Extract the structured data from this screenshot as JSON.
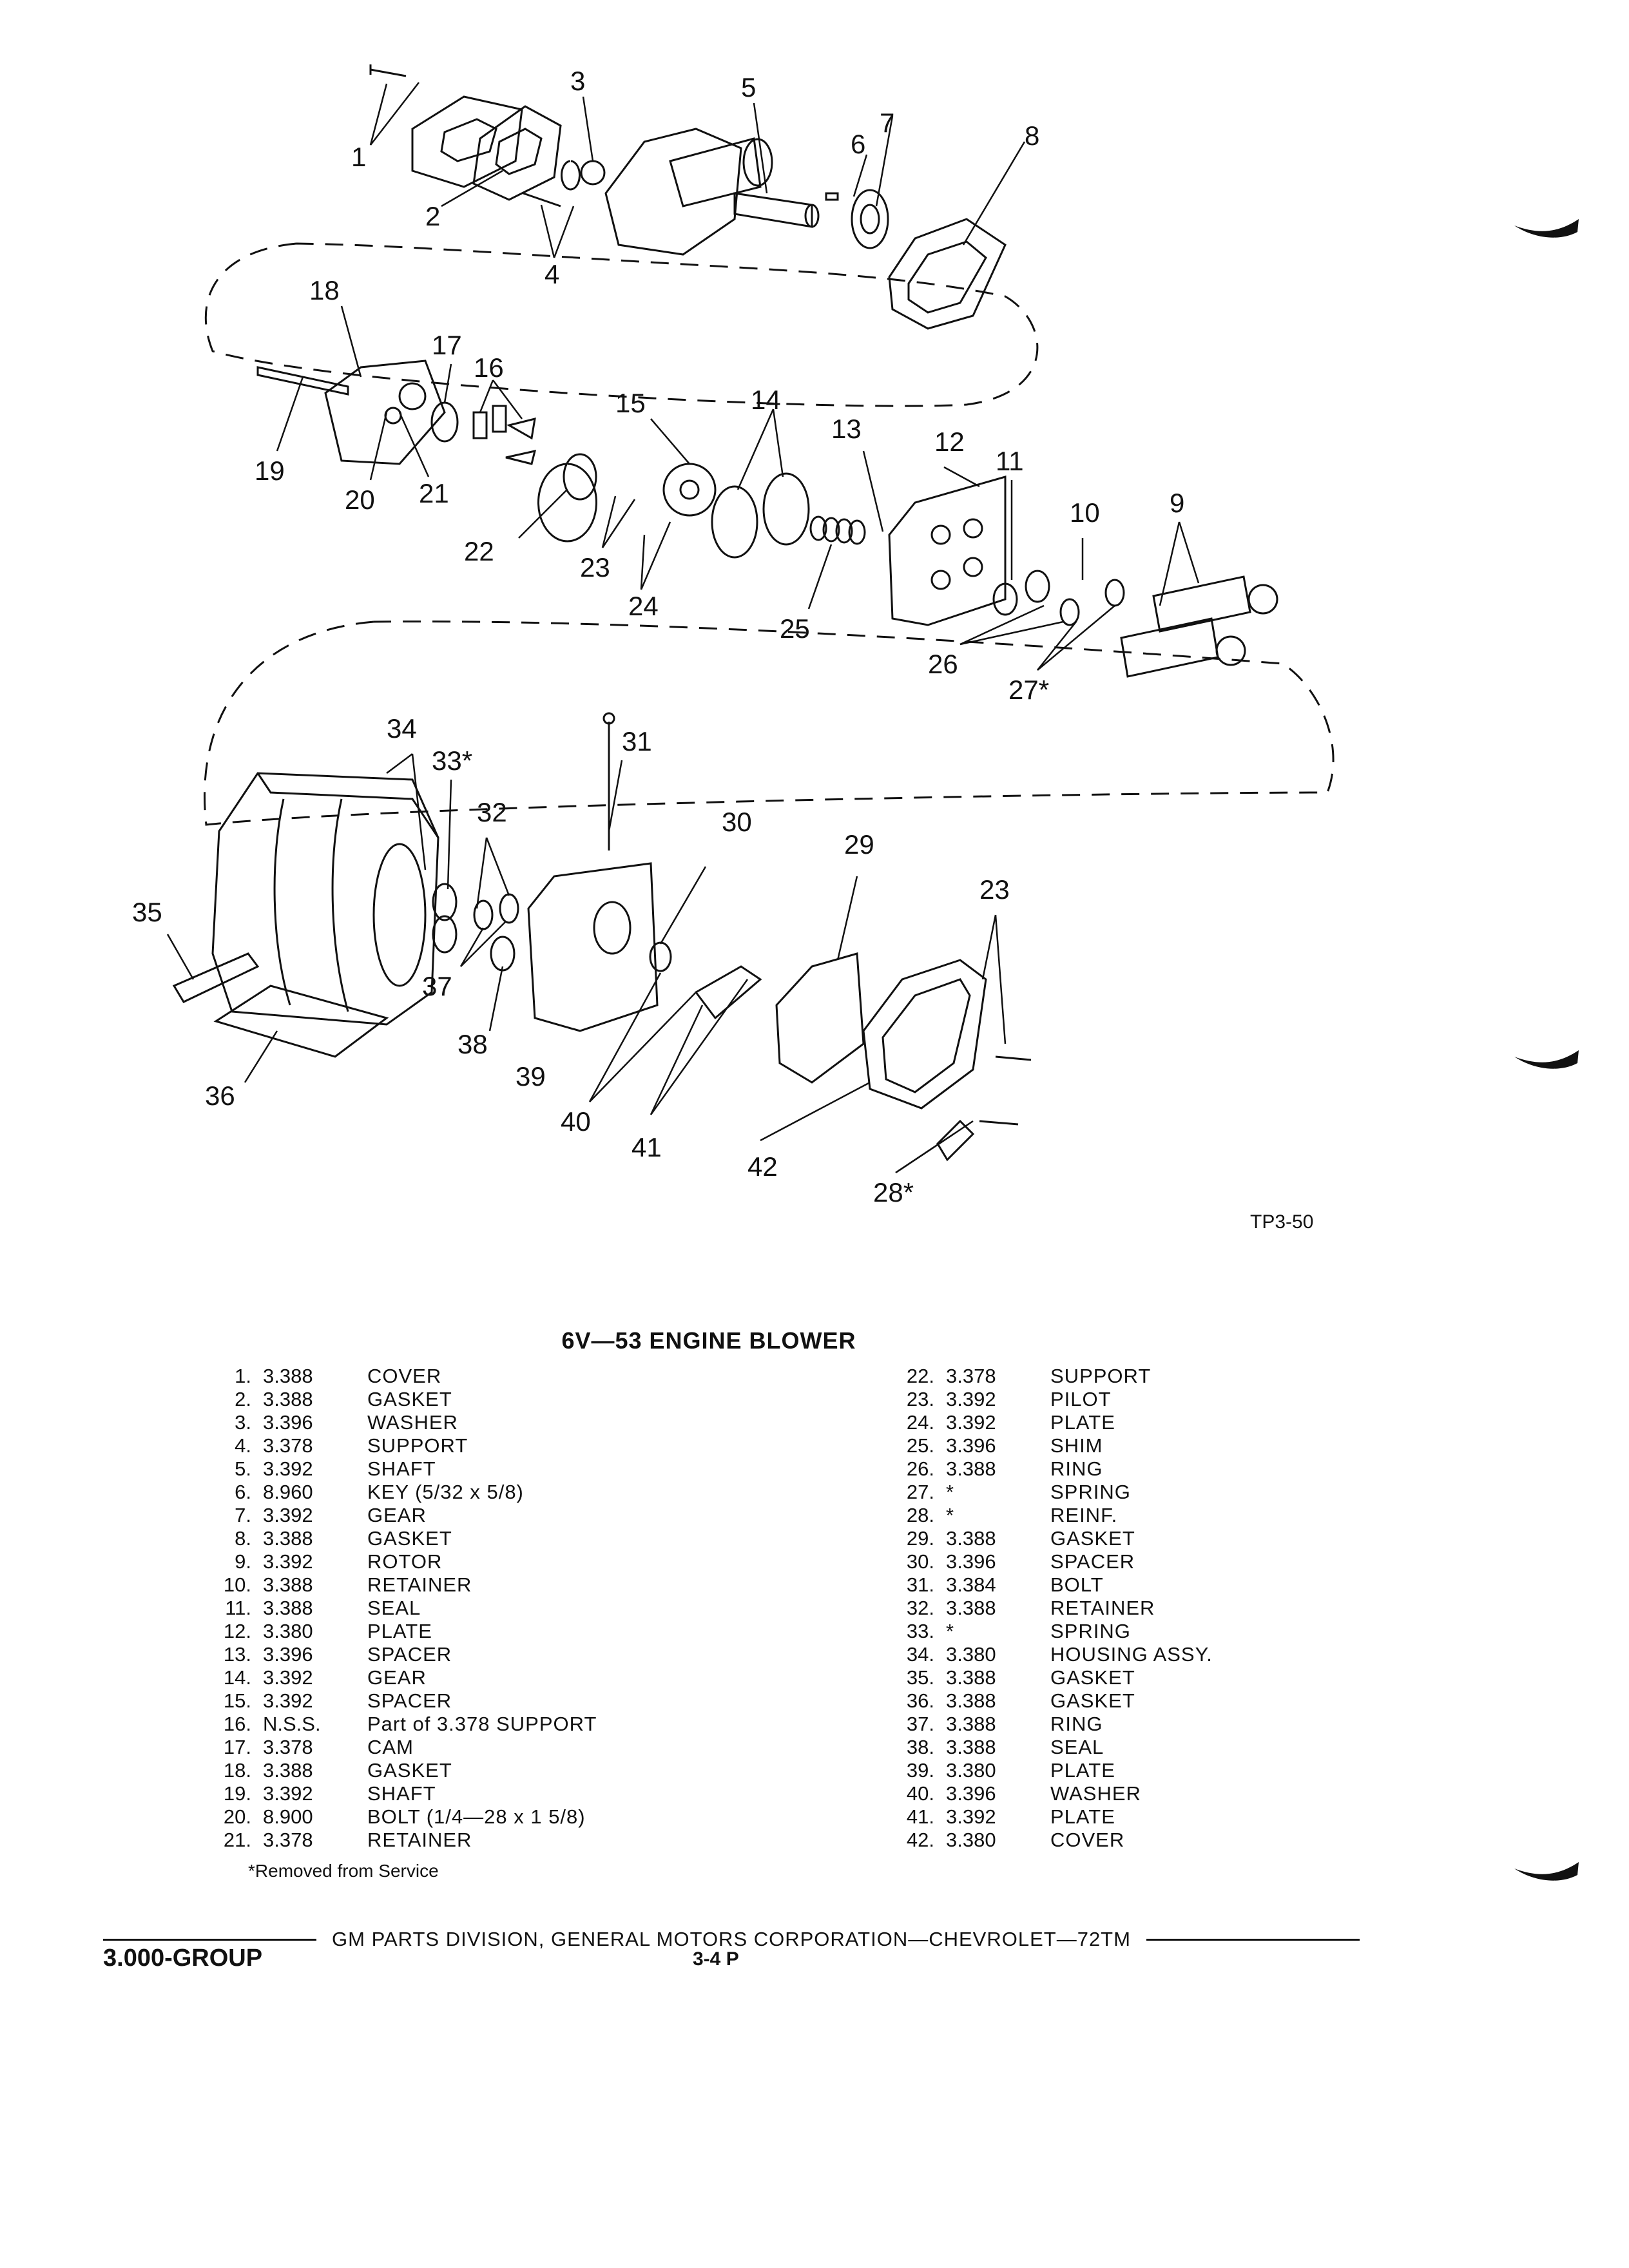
{
  "figure_code": "TP3-50",
  "title": "6V—53 ENGINE BLOWER",
  "callouts": [
    "1",
    "2",
    "3",
    "4",
    "5",
    "6",
    "7",
    "8",
    "9",
    "10",
    "11",
    "12",
    "13",
    "14",
    "15",
    "16",
    "17",
    "18",
    "19",
    "20",
    "21",
    "22",
    "23",
    "24",
    "25",
    "26",
    "27*",
    "28*",
    "29",
    "30",
    "31",
    "32",
    "33*",
    "34",
    "35",
    "36",
    "37",
    "38",
    "39",
    "40",
    "41",
    "42",
    "23"
  ],
  "parts_left": [
    {
      "no": "1.",
      "code": "3.388",
      "desc": "COVER"
    },
    {
      "no": "2.",
      "code": "3.388",
      "desc": "GASKET"
    },
    {
      "no": "3.",
      "code": "3.396",
      "desc": "WASHER"
    },
    {
      "no": "4.",
      "code": "3.378",
      "desc": "SUPPORT"
    },
    {
      "no": "5.",
      "code": "3.392",
      "desc": "SHAFT"
    },
    {
      "no": "6.",
      "code": "8.960",
      "desc": "KEY (5/32 x 5/8)"
    },
    {
      "no": "7.",
      "code": "3.392",
      "desc": "GEAR"
    },
    {
      "no": "8.",
      "code": "3.388",
      "desc": "GASKET"
    },
    {
      "no": "9.",
      "code": "3.392",
      "desc": "ROTOR"
    },
    {
      "no": "10.",
      "code": "3.388",
      "desc": "RETAINER"
    },
    {
      "no": "11.",
      "code": "3.388",
      "desc": "SEAL"
    },
    {
      "no": "12.",
      "code": "3.380",
      "desc": "PLATE"
    },
    {
      "no": "13.",
      "code": "3.396",
      "desc": "SPACER"
    },
    {
      "no": "14.",
      "code": "3.392",
      "desc": "GEAR"
    },
    {
      "no": "15.",
      "code": "3.392",
      "desc": "SPACER"
    },
    {
      "no": "16.",
      "code": "N.S.S.",
      "desc": "Part of 3.378 SUPPORT"
    },
    {
      "no": "17.",
      "code": "3.378",
      "desc": "CAM"
    },
    {
      "no": "18.",
      "code": "3.388",
      "desc": "GASKET"
    },
    {
      "no": "19.",
      "code": "3.392",
      "desc": "SHAFT"
    },
    {
      "no": "20.",
      "code": "8.900",
      "desc": "BOLT (1/4—28 x 1 5/8)"
    },
    {
      "no": "21.",
      "code": "3.378",
      "desc": "RETAINER"
    }
  ],
  "parts_right": [
    {
      "no": "22.",
      "code": "3.378",
      "desc": "SUPPORT"
    },
    {
      "no": "23.",
      "code": "3.392",
      "desc": "PILOT"
    },
    {
      "no": "24.",
      "code": "3.392",
      "desc": "PLATE"
    },
    {
      "no": "25.",
      "code": "3.396",
      "desc": "SHIM"
    },
    {
      "no": "26.",
      "code": "3.388",
      "desc": "RING"
    },
    {
      "no": "27.",
      "code": "*",
      "desc": "SPRING"
    },
    {
      "no": "28.",
      "code": "*",
      "desc": "REINF."
    },
    {
      "no": "29.",
      "code": "3.388",
      "desc": "GASKET"
    },
    {
      "no": "30.",
      "code": "3.396",
      "desc": "SPACER"
    },
    {
      "no": "31.",
      "code": "3.384",
      "desc": "BOLT"
    },
    {
      "no": "32.",
      "code": "3.388",
      "desc": "RETAINER"
    },
    {
      "no": "33.",
      "code": "*",
      "desc": "SPRING"
    },
    {
      "no": "34.",
      "code": "3.380",
      "desc": "HOUSING ASSY."
    },
    {
      "no": "35.",
      "code": "3.388",
      "desc": "GASKET"
    },
    {
      "no": "36.",
      "code": "3.388",
      "desc": "GASKET"
    },
    {
      "no": "37.",
      "code": "3.388",
      "desc": "RING"
    },
    {
      "no": "38.",
      "code": "3.388",
      "desc": "SEAL"
    },
    {
      "no": "39.",
      "code": "3.380",
      "desc": "PLATE"
    },
    {
      "no": "40.",
      "code": "3.396",
      "desc": "WASHER"
    },
    {
      "no": "41.",
      "code": "3.392",
      "desc": "PLATE"
    },
    {
      "no": "42.",
      "code": "3.380",
      "desc": "COVER"
    }
  ],
  "footnote": "*Removed from Service",
  "footer_text": "GM PARTS DIVISION, GENERAL MOTORS CORPORATION—CHEVROLET—72TM",
  "group": "3.000-GROUP",
  "page": "3-4  P"
}
